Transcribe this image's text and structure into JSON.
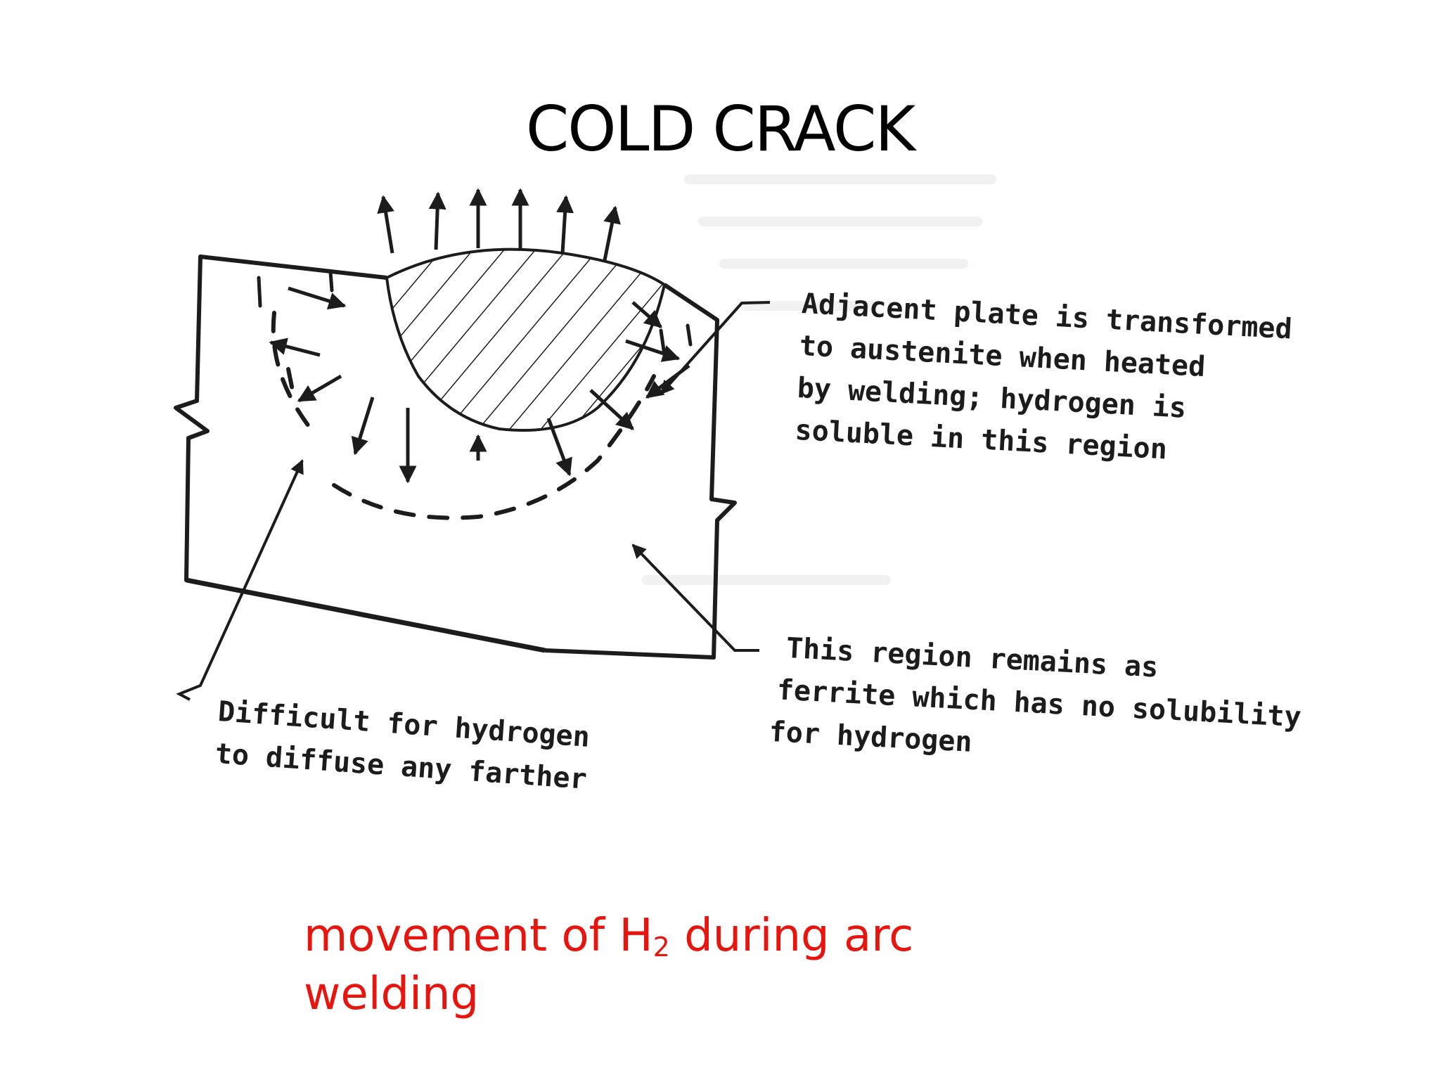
{
  "slide": {
    "title": "COLD CRACK"
  },
  "diagram": {
    "label_top_right": [
      "Adjacent plate is transformed",
      "to austenite  when heated",
      "by welding; hydrogen is",
      "soluble  in this  region"
    ],
    "label_bottom_right": [
      "This region remains as",
      "ferrite  which has no solubility",
      "for hydrogen"
    ],
    "label_bottom_left": [
      "Difficult for hydrogen",
      "to diffuse any farther"
    ],
    "colors": {
      "ink": "#1c1c1c",
      "caption": "#e8140e"
    }
  },
  "caption": {
    "text_before": "movement of H",
    "subscript": "2",
    "text_after": " during arc welding"
  }
}
